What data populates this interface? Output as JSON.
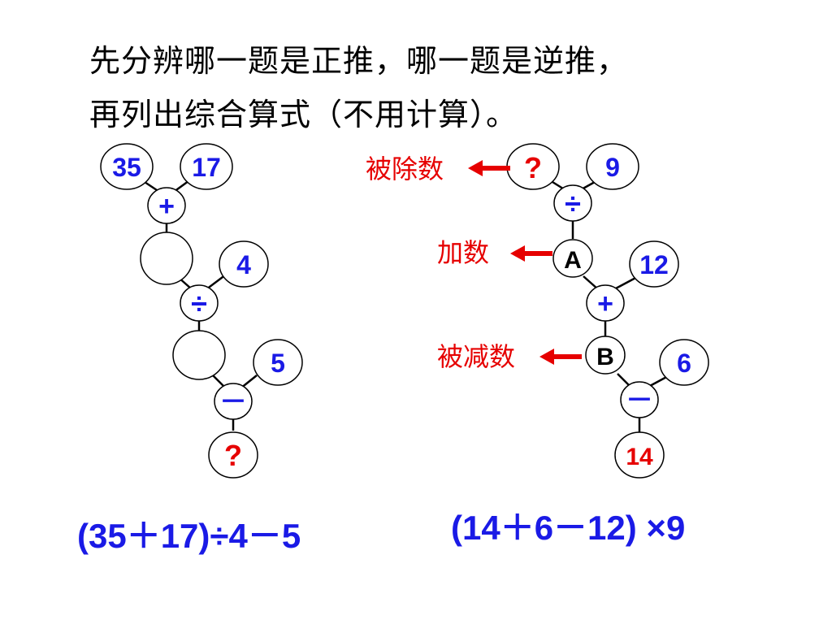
{
  "instructions": {
    "line1": "先分辨哪一题是正推，哪一题是逆推，",
    "line2": "再列出综合算式（不用计算）。"
  },
  "left_tree": {
    "top_left": "35",
    "top_right": "17",
    "op1": "+",
    "blank1": "",
    "right2": "4",
    "op2": "÷",
    "blank2": "",
    "right3": "5",
    "op3": "－",
    "result": "?"
  },
  "right_tree": {
    "top_left": "?",
    "top_right": "9",
    "op1": "÷",
    "node_a": "A",
    "right2": "12",
    "op2": "+",
    "node_b": "B",
    "right3": "6",
    "op3": "－",
    "result": "14",
    "label_dividend": "被除数",
    "label_addend": "加数",
    "label_minuend": "被减数"
  },
  "formulas": {
    "left": "(35＋17)÷4－5",
    "right": "(14＋6－12) ×9"
  },
  "colors": {
    "blue": "#1a1ae6",
    "red": "#e60000",
    "black": "#000000"
  }
}
